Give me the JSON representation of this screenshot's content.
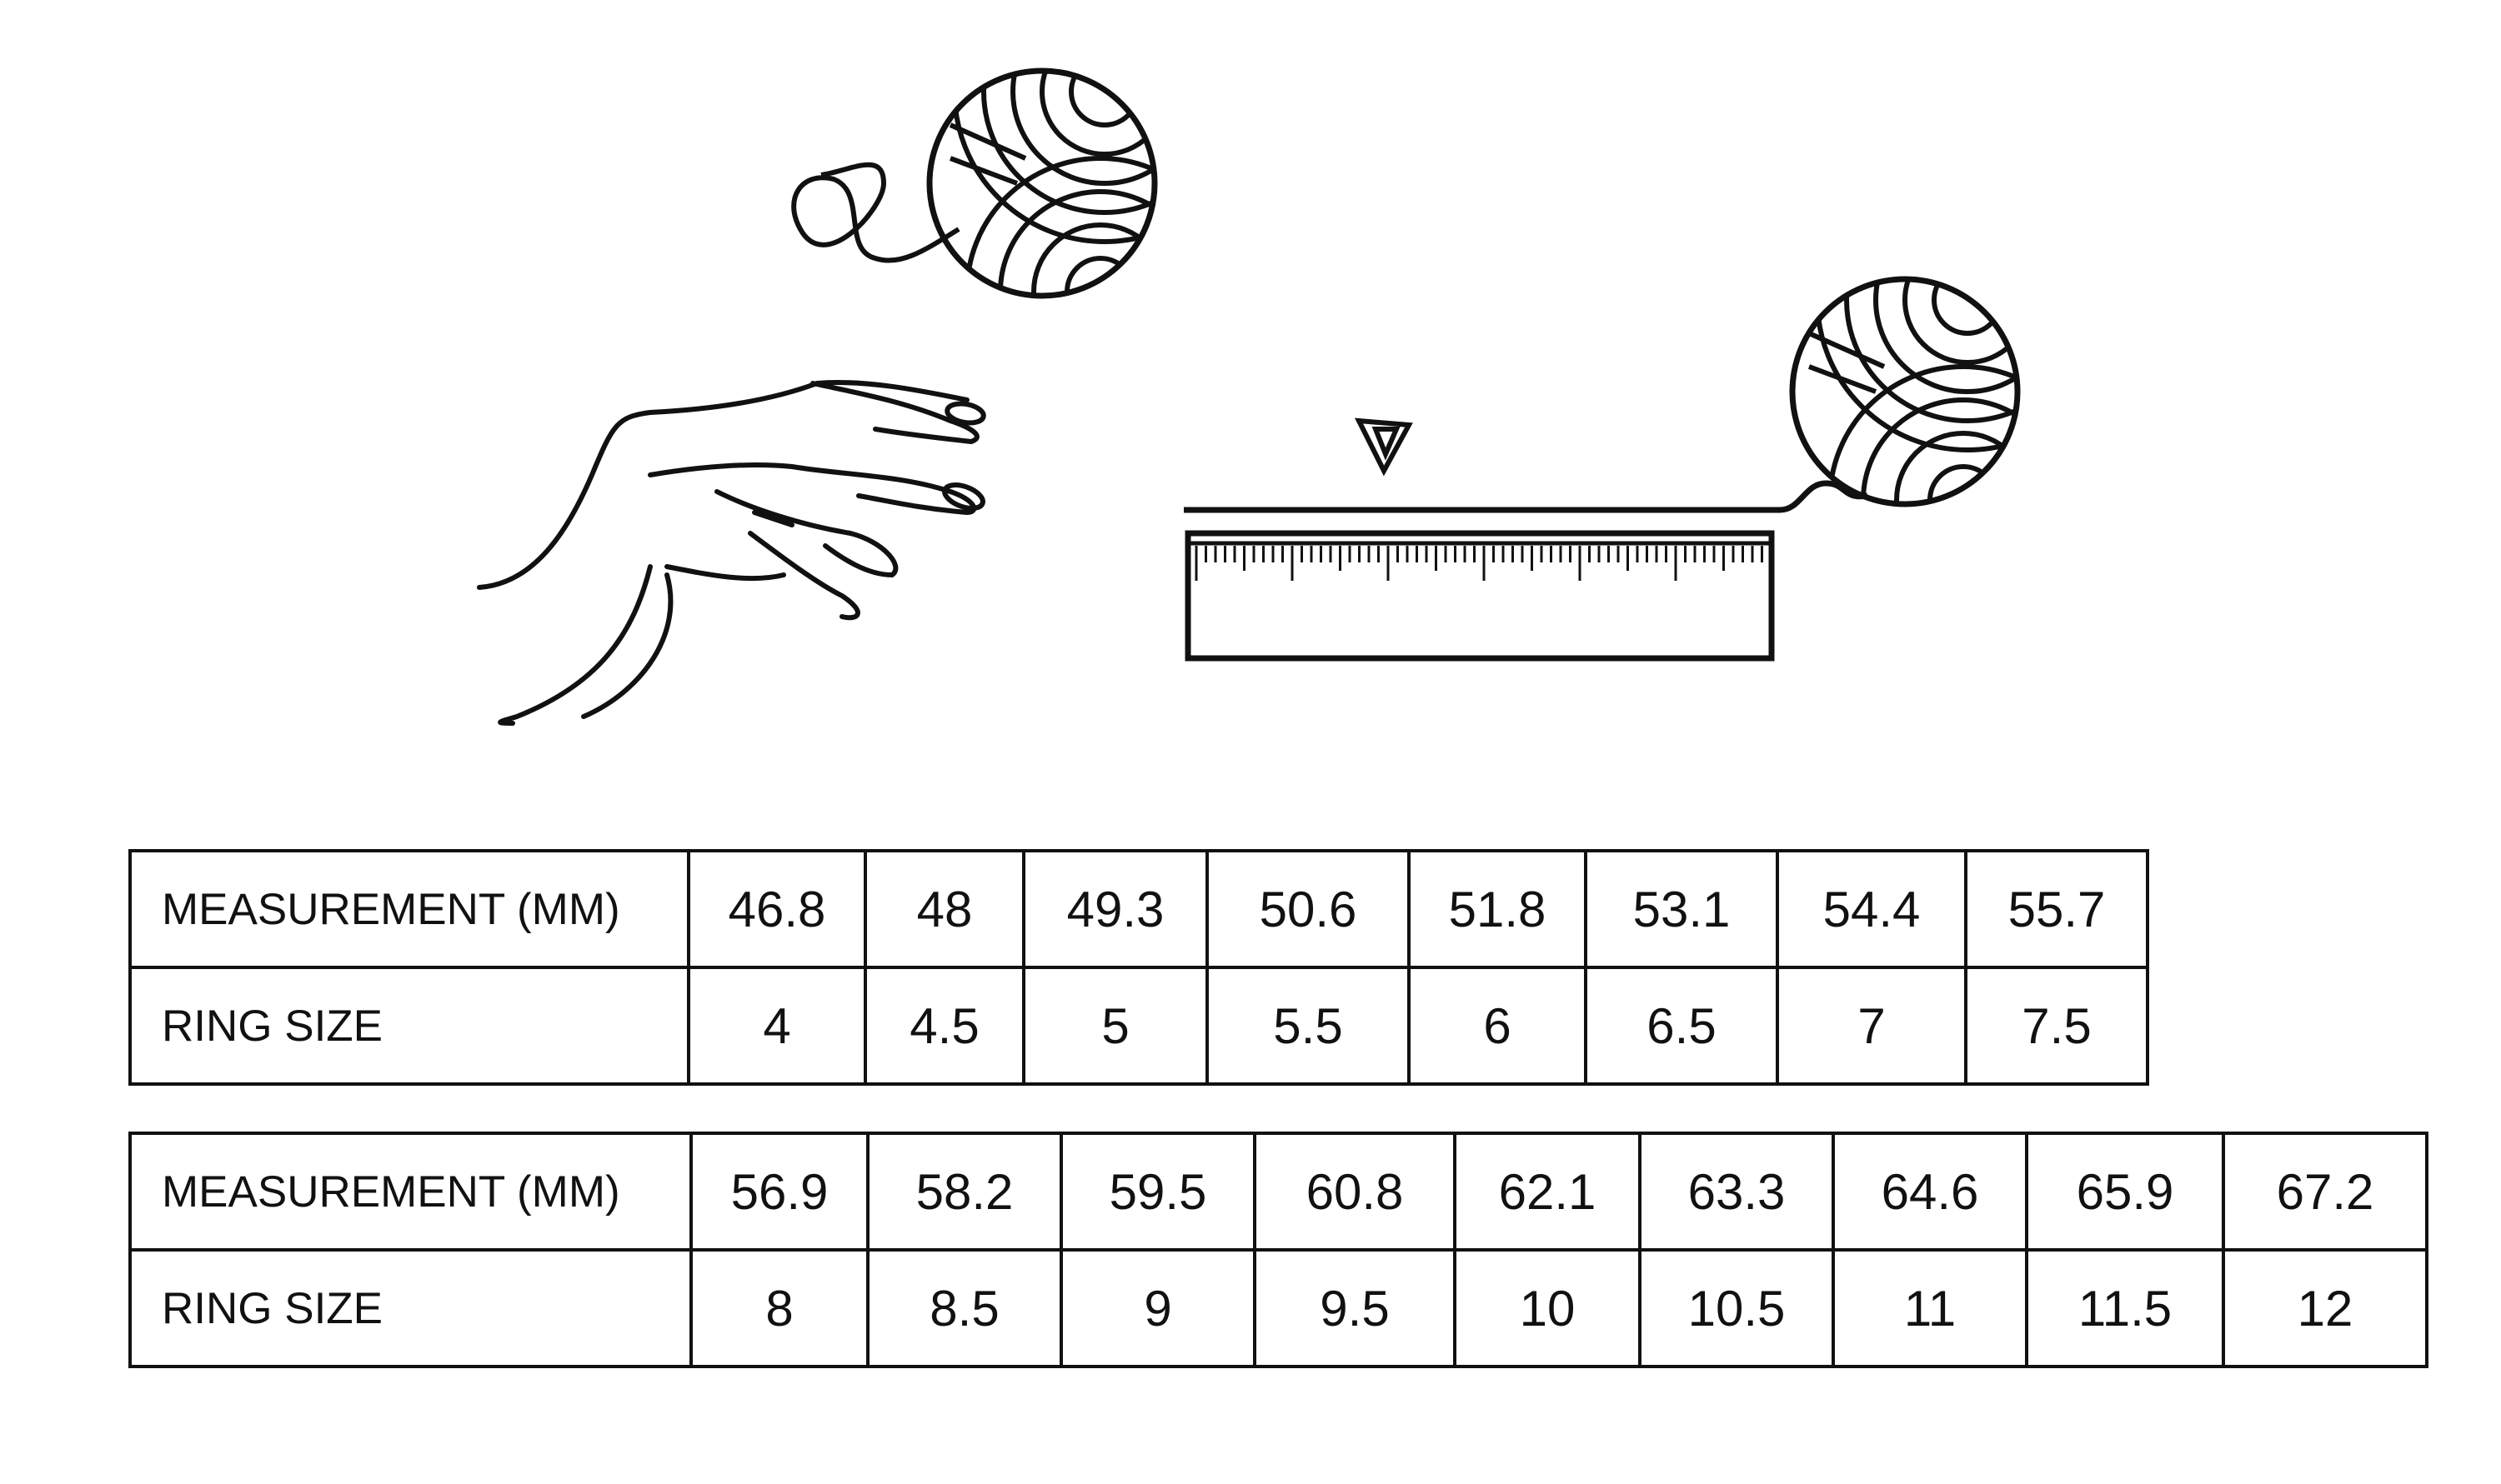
{
  "illustration": {
    "icons": [
      "yarn-ball-icon",
      "hand-icon",
      "arrow-marker-icon",
      "ruler-icon",
      "yarn-ball-icon"
    ]
  },
  "tables": [
    {
      "measurement_label": "MEASUREMENT (MM)",
      "ring_size_label": "RING SIZE",
      "measurements": [
        "46.8",
        "48",
        "49.3",
        "50.6",
        "51.8",
        "53.1",
        "54.4",
        "55.7"
      ],
      "ring_sizes": [
        "4",
        "4.5",
        "5",
        "5.5",
        "6",
        "6.5",
        "7",
        "7.5"
      ]
    },
    {
      "measurement_label": "MEASUREMENT (MM)",
      "ring_size_label": "RING SIZE",
      "measurements": [
        "56.9",
        "58.2",
        "59.5",
        "60.8",
        "62.1",
        "63.3",
        "64.6",
        "65.9",
        "67.2"
      ],
      "ring_sizes": [
        "8",
        "8.5",
        "9",
        "9.5",
        "10",
        "10.5",
        "11",
        "11.5",
        "12"
      ]
    }
  ]
}
